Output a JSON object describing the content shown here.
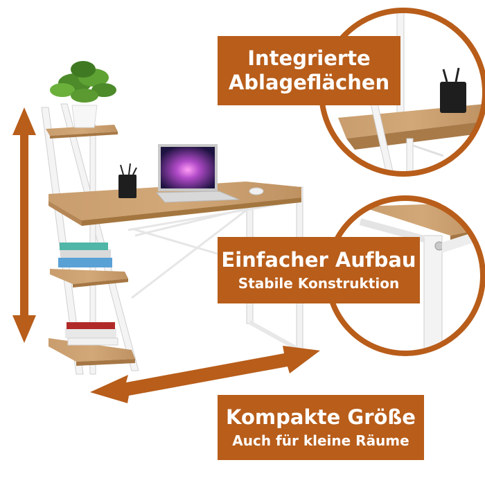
{
  "features": [
    {
      "title_lines": [
        "Integrierte",
        "Ablageflächen"
      ]
    },
    {
      "title": "Einfacher Aufbau",
      "subtitle": "Stabile Konstruktion"
    },
    {
      "title": "Kompakte Größe",
      "subtitle": "Auch für kleine Räume"
    }
  ],
  "colors": {
    "accent": "#b85d1a",
    "wood": "#c69a6a",
    "wood_dark": "#a87a48",
    "frame": "#f4f4f4",
    "background": "#ffffff"
  },
  "icons": [
    "plant-icon",
    "laptop-icon",
    "pen-holder-icon",
    "mouse-icon",
    "books-icon"
  ]
}
